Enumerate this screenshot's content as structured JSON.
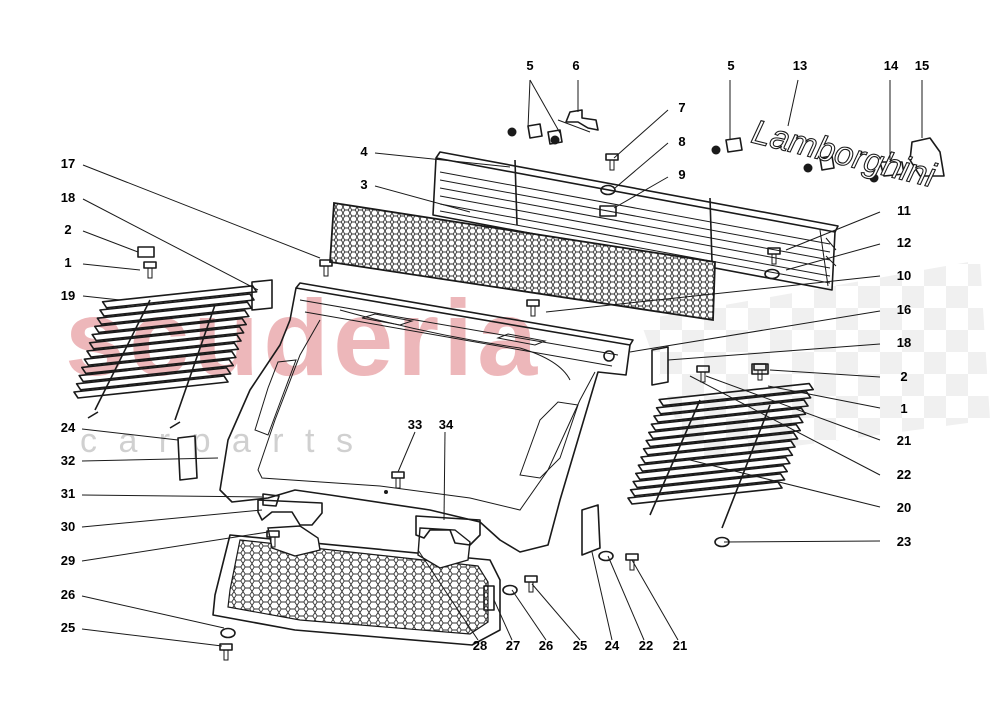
{
  "watermark": {
    "brand": "scuderia",
    "sub": "c a r   p a r t s",
    "brand_color": "#e8a0a4",
    "sub_color": "#d8d8d8"
  },
  "logo_script": "Lamborghini",
  "callouts": [
    {
      "id": "c5a",
      "text": "5"
    },
    {
      "id": "c6",
      "text": "6"
    },
    {
      "id": "c5b",
      "text": "5"
    },
    {
      "id": "c13",
      "text": "13"
    },
    {
      "id": "c14",
      "text": "14"
    },
    {
      "id": "c15",
      "text": "15"
    },
    {
      "id": "c7",
      "text": "7"
    },
    {
      "id": "c8",
      "text": "8"
    },
    {
      "id": "c9",
      "text": "9"
    },
    {
      "id": "c4",
      "text": "4"
    },
    {
      "id": "c3",
      "text": "3"
    },
    {
      "id": "c17",
      "text": "17"
    },
    {
      "id": "c18a",
      "text": "18"
    },
    {
      "id": "c2a",
      "text": "2"
    },
    {
      "id": "c1a",
      "text": "1"
    },
    {
      "id": "c19",
      "text": "19"
    },
    {
      "id": "c11",
      "text": "11"
    },
    {
      "id": "c12",
      "text": "12"
    },
    {
      "id": "c10",
      "text": "10"
    },
    {
      "id": "c16",
      "text": "16"
    },
    {
      "id": "c18b",
      "text": "18"
    },
    {
      "id": "c2b",
      "text": "2"
    },
    {
      "id": "c1b",
      "text": "1"
    },
    {
      "id": "c21a",
      "text": "21"
    },
    {
      "id": "c22a",
      "text": "22"
    },
    {
      "id": "c20",
      "text": "20"
    },
    {
      "id": "c23",
      "text": "23"
    },
    {
      "id": "c24a",
      "text": "24"
    },
    {
      "id": "c32",
      "text": "32"
    },
    {
      "id": "c33",
      "text": "33"
    },
    {
      "id": "c34",
      "text": "34"
    },
    {
      "id": "c31",
      "text": "31"
    },
    {
      "id": "c30",
      "text": "30"
    },
    {
      "id": "c29",
      "text": "29"
    },
    {
      "id": "c26a",
      "text": "26"
    },
    {
      "id": "c25a",
      "text": "25"
    },
    {
      "id": "c28",
      "text": "28"
    },
    {
      "id": "c27",
      "text": "27"
    },
    {
      "id": "c26b",
      "text": "26"
    },
    {
      "id": "c25b",
      "text": "25"
    },
    {
      "id": "c24b",
      "text": "24"
    },
    {
      "id": "c22b",
      "text": "22"
    },
    {
      "id": "c21b",
      "text": "21"
    }
  ]
}
